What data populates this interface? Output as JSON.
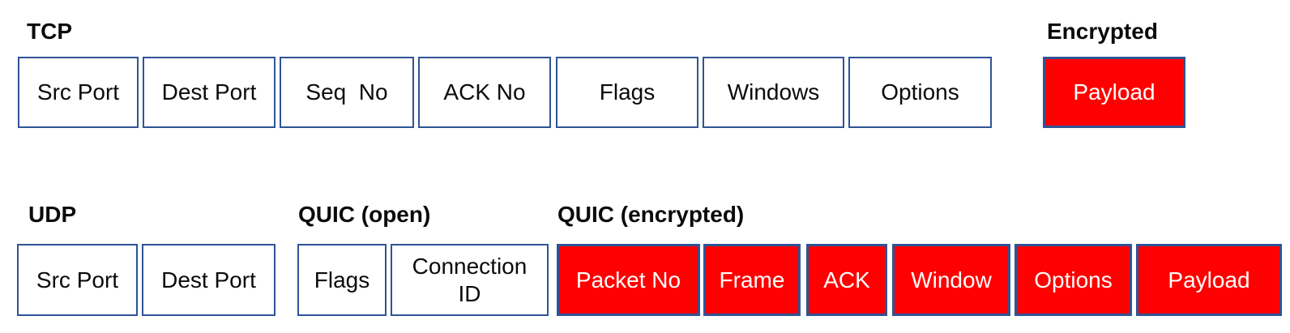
{
  "colors": {
    "box_border": "#2f5496",
    "encrypted_fill": "#ff0000",
    "encrypted_text": "#ffffff",
    "label_text": "#000000"
  },
  "tcp": {
    "label": "TCP",
    "fields": [
      "Src Port",
      "Dest Port",
      "Seq  No",
      "ACK No",
      "Flags",
      "Windows",
      "Options"
    ]
  },
  "encrypted": {
    "label": "Encrypted",
    "field": "Payload"
  },
  "udp": {
    "label": "UDP",
    "fields": [
      "Src Port",
      "Dest Port"
    ]
  },
  "quic_open": {
    "label": "QUIC (open)",
    "fields": [
      "Flags",
      "Connection\nID"
    ]
  },
  "quic_encrypted": {
    "label": "QUIC (encrypted)",
    "fields": [
      "Packet No",
      "Frame",
      "ACK",
      "Window",
      "Options",
      "Payload"
    ]
  }
}
